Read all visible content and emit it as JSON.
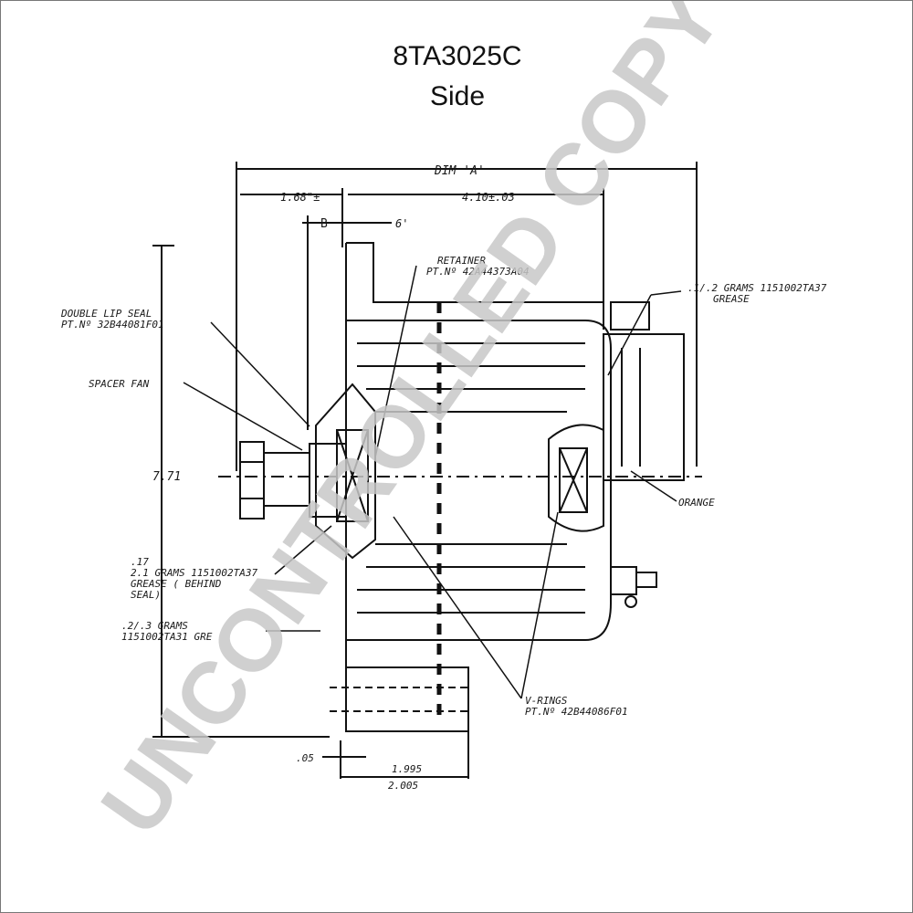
{
  "header": {
    "part_number": "8TA3025C",
    "view": "Side"
  },
  "dimensions": {
    "dim_a": "DIM 'A'",
    "left_top": "1.68\"±",
    "right_top": "4.10±.03",
    "b": "B",
    "six": "6'",
    "height": "7.71",
    "bottom_small": ".05",
    "bottom_upper": "1.995",
    "bottom_lower": "2.005"
  },
  "callouts": {
    "retainer_1": "RETAINER",
    "retainer_2": "PT.Nº 42A44373A04",
    "seal_1": "DOUBLE LIP SEAL",
    "seal_2": "PT.Nº 32B44081F01",
    "spacer": "SPACER FAN",
    "grease_r1": ".1/.2 GRAMS 1151002TA37",
    "grease_r2": "GREASE",
    "grease_l0": ".17",
    "grease_l1": "2.1 GRAMS 1151002TA37",
    "grease_l2": "GREASE ( BEHIND",
    "grease_l3": "SEAL)",
    "grams_l1": ".2/.3 GRAMS",
    "grams_l2": "1151002TA31 GRE",
    "orange": "ORANGE",
    "vring_1": "V-RINGS",
    "vring_2": "PT.Nº 42B44086F01"
  },
  "watermark": "UNCONTROLLED COPY"
}
